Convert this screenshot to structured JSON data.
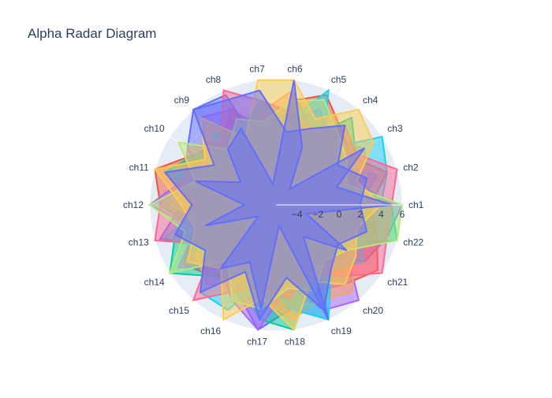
{
  "chart_data": {
    "type": "radar",
    "title": "Alpha Radar Diagram",
    "radial_range": [
      -6,
      6
    ],
    "radial_tick_labels": [
      "−4",
      "−2",
      "0",
      "2",
      "4",
      "6"
    ],
    "radial_tick_values": [
      -4,
      -2,
      0,
      2,
      4,
      6
    ],
    "categories": [
      "ch1",
      "ch2",
      "ch3",
      "ch4",
      "ch5",
      "ch6",
      "ch7",
      "ch8",
      "ch9",
      "ch10",
      "ch11",
      "ch12",
      "ch13",
      "ch14",
      "ch15",
      "ch16",
      "ch17",
      "ch18",
      "ch19",
      "ch20",
      "ch21",
      "ch22"
    ],
    "series": [
      {
        "color": "#636efa",
        "values": [
          6.0,
          -0.5,
          2.0,
          0.5,
          2.0,
          5.0,
          -2.0,
          5.5,
          6.0,
          4.0,
          1.0,
          3.0,
          5.5,
          1.0,
          0.0,
          3.0,
          6.0,
          4.0,
          6.0,
          0.0,
          4.0,
          5.0
        ]
      },
      {
        "color": "#ef553b",
        "values": [
          3.0,
          5.0,
          2.5,
          3.5,
          5.5,
          4.0,
          -2.0,
          4.0,
          2.0,
          3.0,
          6.0,
          5.0,
          2.0,
          4.5,
          3.0,
          1.0,
          -1.0,
          2.0,
          3.0,
          4.0,
          5.5,
          4.0
        ]
      },
      {
        "color": "#00cc96",
        "values": [
          5.0,
          2.0,
          3.0,
          5.0,
          1.0,
          3.0,
          4.0,
          2.0,
          1.0,
          3.0,
          5.0,
          2.0,
          4.0,
          6.0,
          3.0,
          2.0,
          5.0,
          6.0,
          2.0,
          4.0,
          1.0,
          6.0
        ]
      },
      {
        "color": "#ab63fa",
        "values": [
          2.0,
          4.0,
          1.0,
          2.0,
          4.0,
          2.0,
          1.0,
          4.0,
          5.0,
          2.0,
          3.0,
          6.0,
          2.0,
          5.0,
          2.0,
          4.0,
          6.0,
          2.0,
          5.0,
          6.0,
          2.0,
          3.0
        ]
      },
      {
        "color": "#ffa15a",
        "values": [
          1.0,
          3.0,
          4.0,
          2.0,
          1.0,
          5.0,
          3.0,
          1.0,
          4.0,
          2.0,
          2.0,
          4.0,
          1.0,
          3.0,
          4.0,
          2.0,
          3.0,
          5.0,
          4.0,
          5.0,
          3.0,
          1.0
        ]
      },
      {
        "color": "#19d3f3",
        "values": [
          4.0,
          5.0,
          6.0,
          1.0,
          6.0,
          2.0,
          4.0,
          2.0,
          3.0,
          1.0,
          4.0,
          1.0,
          5.0,
          2.0,
          5.0,
          5.0,
          1.0,
          4.0,
          6.0,
          2.0,
          4.0,
          2.0
        ]
      },
      {
        "color": "#ff6692",
        "values": [
          5.0,
          6.0,
          3.0,
          4.0,
          2.0,
          3.0,
          4.0,
          6.0,
          2.0,
          4.0,
          3.0,
          5.0,
          6.0,
          1.0,
          6.0,
          3.0,
          2.0,
          3.0,
          1.0,
          3.0,
          6.0,
          5.0
        ]
      },
      {
        "color": "#b6e880",
        "values": [
          6.0,
          1.0,
          2.0,
          3.0,
          5.0,
          4.0,
          2.0,
          3.0,
          1.0,
          5.0,
          2.0,
          6.0,
          3.0,
          6.0,
          1.0,
          4.0,
          4.0,
          2.0,
          3.0,
          1.0,
          2.0,
          6.0
        ]
      },
      {
        "color": "#fecb52",
        "values": [
          4.0,
          2.0,
          5.0,
          6.0,
          3.0,
          6.0,
          6.0,
          1.0,
          5.0,
          2.0,
          6.0,
          3.0,
          2.0,
          4.0,
          2.0,
          6.0,
          3.0,
          6.0,
          2.0,
          4.0,
          3.0,
          2.0
        ]
      },
      {
        "color": "#636efa",
        "values": [
          2.0,
          3.0,
          1.0,
          4.0,
          2.0,
          1.0,
          5.0,
          5.0,
          6.0,
          1.0,
          5.0,
          2.0,
          4.0,
          2.0,
          5.0,
          1.0,
          5.0,
          1.0,
          5.0,
          2.0,
          1.0,
          3.0
        ]
      },
      {
        "color": "#636efa",
        "values": [
          5.0,
          0.0,
          4.0,
          -4.0,
          0.0,
          6.0,
          -4.0,
          2.0,
          1.0,
          -2.0,
          2.0,
          -3.0,
          1.0,
          -4.0,
          2.0,
          0.0,
          4.0,
          -4.0,
          6.0,
          -2.0,
          2.0,
          -3.0
        ]
      }
    ]
  }
}
